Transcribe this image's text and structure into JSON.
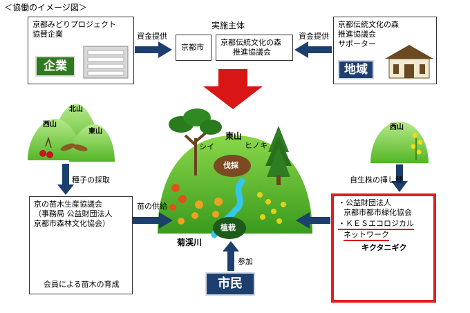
{
  "title": "＜協働のイメージ図＞",
  "center_header": "実施主体",
  "funding_left": "資金提供",
  "funding_right": "資金提供",
  "corporate": {
    "line1": "京都みどりプロジェクト",
    "line2": "協賛企業",
    "badge": "企業"
  },
  "kyoto_city": "京都市",
  "council": {
    "line1": "京都伝統文化の森",
    "line2": "推進協議会"
  },
  "region": {
    "line1": "京都伝統文化の森",
    "line2": "推進協議会",
    "line3": "サポーター",
    "badge": "地域"
  },
  "left_hill": {
    "kitayama": "北山",
    "nishiyama": "西山",
    "higashiyama": "東山"
  },
  "seed_collection": "種子の採取",
  "nursery": {
    "line1": "京の苗木生産協議会",
    "line2": "（事務局 公益財団法人",
    "line3": "京都市森林文化協会）",
    "caption": "会員による苗木の育成"
  },
  "seedling_supply": "苗の供給",
  "center_mountain": {
    "higashiyama": "東山",
    "shii": "シイ",
    "hinoki": "ヒノキ",
    "thinning": "伐採",
    "planting": "植栽",
    "river": "菊渓川"
  },
  "participation": "参加",
  "citizens_badge": "市民",
  "right_hill": {
    "nishiyama": "西山"
  },
  "cuttings": "自生株の挿し穂",
  "partners": {
    "line1": "・公益財団法人",
    "line2": "京都市都市緑化協会",
    "line3": "・ＫＥＳエコロジカル",
    "line4": "ネットワーク",
    "species": "キクタニギク"
  },
  "colors": {
    "arrow_navy": "#1c3f6e",
    "arrow_red": "#d91616",
    "partner_border": "#e0201f",
    "hill_green": "#5bbf2a",
    "badge_green": "#2f7a1f"
  }
}
